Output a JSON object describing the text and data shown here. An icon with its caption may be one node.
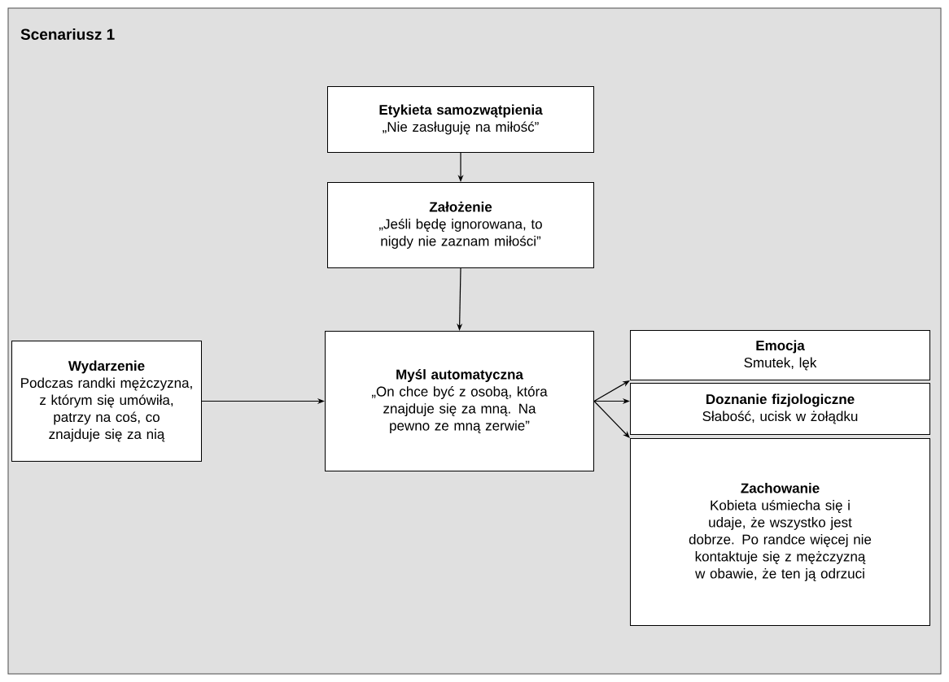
{
  "diagram": {
    "nodes": [
      {
        "text": [
          "Scenariusz 1"
        ]
      },
      {
        "text": [
          "Etykieta samozwątpienia",
          "„Nie zasługuję na miłość”"
        ],
        "in": 0
      },
      {
        "text": [
          "Założenie",
          "„Jeśli będę ignorowana, to nigdy nie zaznam miłości”"
        ],
        "in": 0
      },
      {
        "text": [
          "Wydarzenie",
          "Podczas randki mężczyzna, z którym się umówiła, patrzy na coś, co znajduje się za nią"
        ],
        "in": 0
      },
      {
        "text": [
          "Myśl automatyczna",
          "„On chce być z osobą, która znajduje się za mną. Na pewno ze mną zerwie”"
        ],
        "in": 0
      },
      {
        "text": [
          "Emocja",
          "Smutek, lęk"
        ],
        "in": 0
      },
      {
        "text": [
          "Doznanie fizjologiczne",
          "Słabość, ucisk w żołądku"
        ],
        "in": 0
      },
      {
        "text": [
          "Zachowanie",
          "Kobieta uśmiecha się i udaje, że wszystko jest dobrze. Po randce więcej nie kontaktuje się z mężczyzną w obawie, że ten ją odrzuci"
        ],
        "in": 0
      }
    ],
    "edges": [
      {
        "from": 1,
        "to": 2,
        "arrow": "to"
      },
      {
        "from": 2,
        "to": 4,
        "arrow": "to"
      },
      {
        "from": 3,
        "to": 4,
        "arrow": "to"
      },
      {
        "from": 4,
        "to": 5,
        "arrow": "to"
      },
      {
        "from": 4,
        "to": 6,
        "arrow": "to"
      },
      {
        "from": 4,
        "to": 7,
        "arrow": "to"
      }
    ]
  }
}
